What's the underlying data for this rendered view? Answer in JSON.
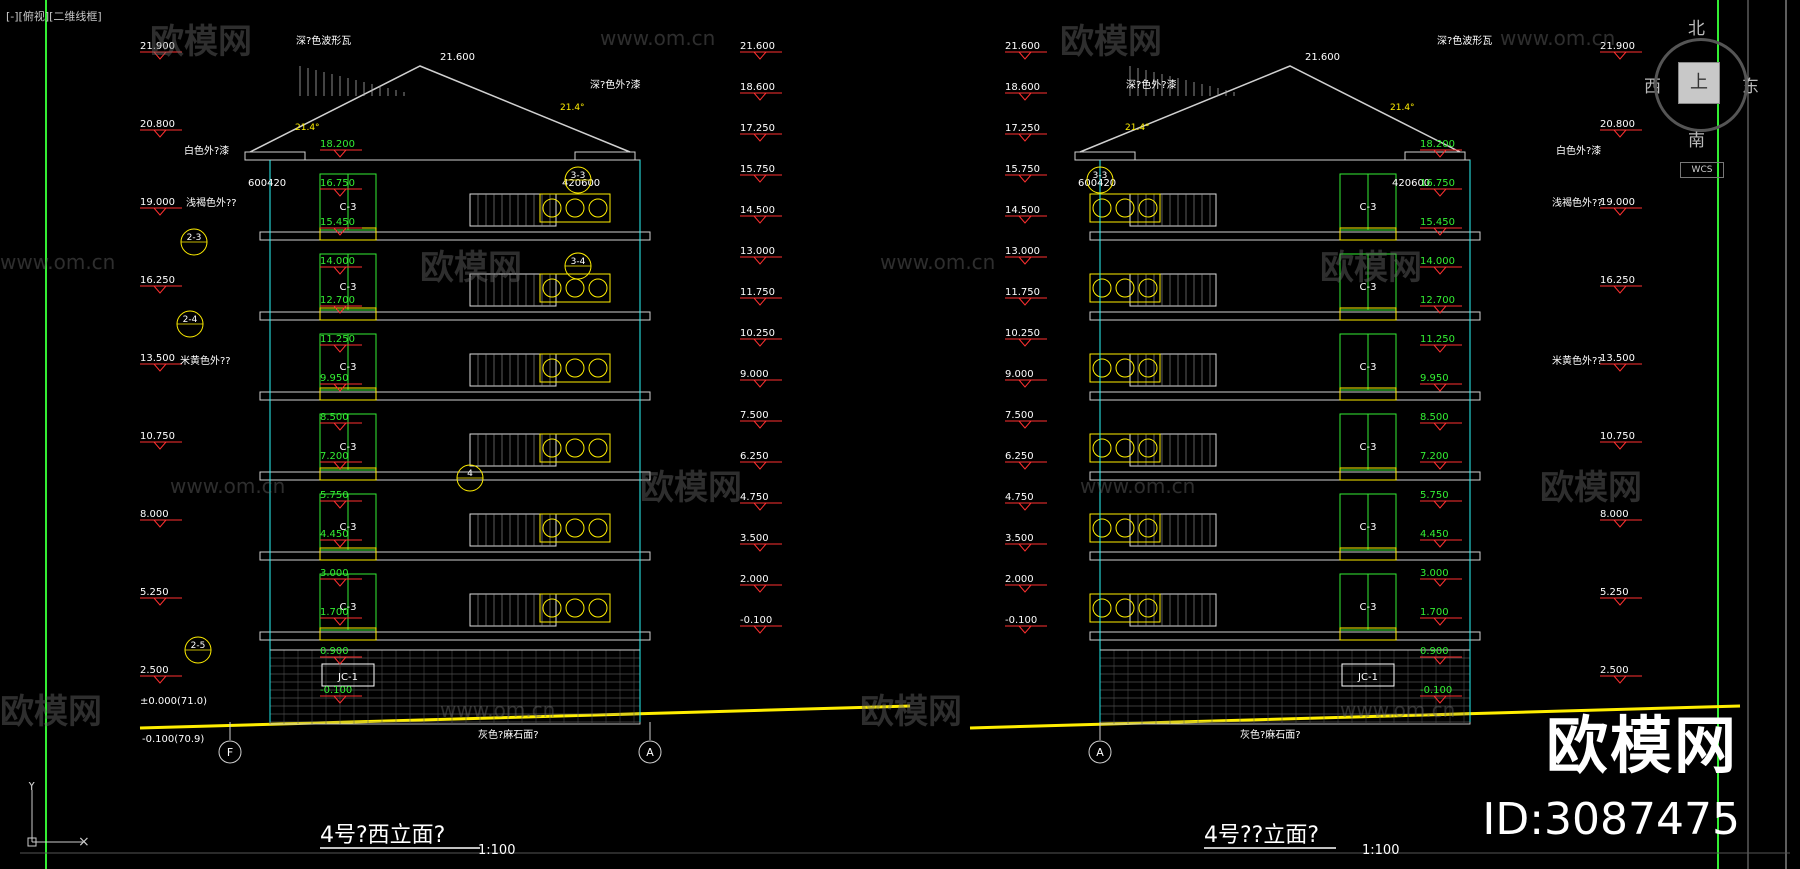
{
  "view_label": "[-][俯视][二维线框]",
  "watermark": {
    "brand": "欧模网",
    "url": "www.om.cn"
  },
  "brand_logo": "欧模网",
  "brand_id": "ID:3087475",
  "viewcube": {
    "north": "北",
    "south": "南",
    "east": "东",
    "west": "西",
    "top": "上",
    "wcs": "WCS"
  },
  "ucs": {
    "y_label": "Y"
  },
  "colors": {
    "background": "#000000",
    "elevation": "#ff3030",
    "dim_text": "#ffffff",
    "green": "#33ee33",
    "yellow": "#ffee00",
    "cyan": "#00ffff",
    "building": "#d0d0d0"
  },
  "drawing_left": {
    "title": "4号?西立面?",
    "scale": "1:100",
    "ridge_level": "21.600",
    "left_levels": [
      "21.900",
      "20.800",
      "19.000",
      "16.250",
      "13.500",
      "10.750",
      "8.000",
      "5.250",
      "2.500"
    ],
    "right_levels": [
      "21.600",
      "18.600",
      "17.250",
      "15.750",
      "14.500",
      "13.000",
      "11.750",
      "10.250",
      "9.000",
      "7.500",
      "6.250",
      "4.750",
      "3.500",
      "2.000",
      "-0.100"
    ],
    "floor_levels": [
      "18.200",
      "16.750",
      "15.450",
      "14.000",
      "12.700",
      "11.250",
      "9.950",
      "8.500",
      "7.200",
      "5.750",
      "4.450",
      "3.000",
      "1.700",
      "0.900",
      "-0.100"
    ],
    "ground_level": "±0.000(71.0)",
    "ground_level2": "-0.100(70.9)",
    "notes": [
      "深?色波形瓦",
      "深?色外?漆",
      "白色外?漆",
      "浅褐色外??",
      "米黄色外??",
      "灰色?麻石面?"
    ],
    "eave_dims": [
      "600420",
      "420600"
    ],
    "roof_angle": "21.4°",
    "window_tag": "C-3",
    "base_window_tag": "JC-1",
    "axes": [
      "F",
      "A"
    ],
    "callouts": [
      "2-3",
      "2-4",
      "3-3",
      "3-4",
      "4",
      "2-5"
    ]
  },
  "drawing_right": {
    "title": "4号??立面?",
    "scale": "1:100",
    "ridge_level": "21.600",
    "left_levels": [
      "21.600",
      "18.600",
      "17.250",
      "15.750",
      "14.500",
      "13.000",
      "11.750",
      "10.250",
      "9.000",
      "7.500",
      "6.250",
      "4.750",
      "3.500",
      "2.000",
      "-0.100"
    ],
    "right_levels": [
      "21.900",
      "20.800",
      "19.000",
      "16.250",
      "13.500",
      "10.750",
      "8.000",
      "5.250",
      "2.500"
    ],
    "floor_levels": [
      "18.200",
      "16.750",
      "15.450",
      "14.000",
      "12.700",
      "11.250",
      "9.950",
      "8.500",
      "7.200",
      "5.750",
      "4.450",
      "3.000",
      "1.700",
      "0.900",
      "-0.100"
    ],
    "notes": [
      "深?色外?漆",
      "深?色波形瓦",
      "白色外?漆",
      "浅褐色外??",
      "米黄色外??",
      "灰色?麻石面?"
    ],
    "eave_dims": [
      "600420",
      "420600"
    ],
    "roof_angle": "21.4°",
    "window_tag": "C-3",
    "base_window_tag": "JC-1",
    "axes": [
      "A"
    ],
    "callouts": [
      "3-3"
    ]
  }
}
